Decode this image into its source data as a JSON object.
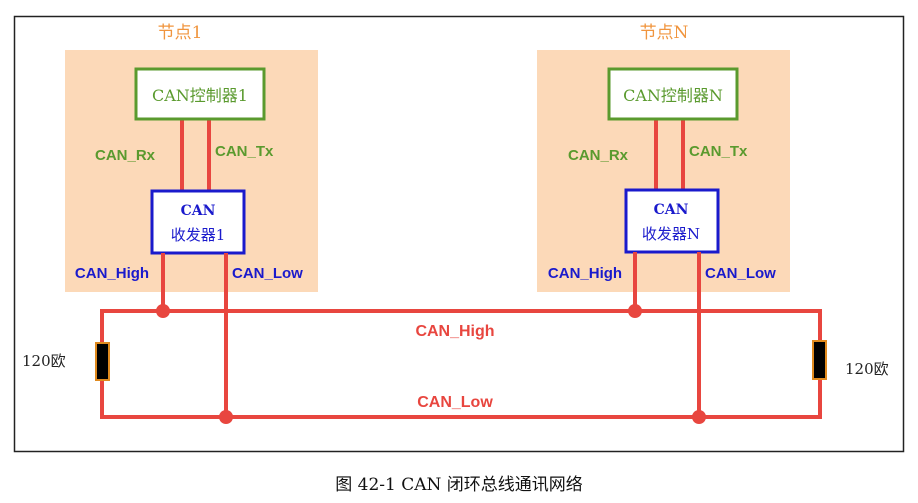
{
  "diagram": {
    "nodes": [
      {
        "title": "节点1",
        "controller": "CAN控制器1",
        "transceiver_line1": "CAN",
        "transceiver_line2": "收发器1",
        "rx_label": "CAN_Rx",
        "tx_label": "CAN_Tx",
        "high_label": "CAN_High",
        "low_label": "CAN_Low"
      },
      {
        "title": "节点N",
        "controller": "CAN控制器N",
        "transceiver_line1": "CAN",
        "transceiver_line2": "收发器N",
        "rx_label": "CAN_Rx",
        "tx_label": "CAN_Tx",
        "high_label": "CAN_High",
        "low_label": "CAN_Low"
      }
    ],
    "bus": {
      "high_label": "CAN_High",
      "low_label": "CAN_Low"
    },
    "resistors": [
      {
        "label": "120欧"
      },
      {
        "label": "120欧"
      }
    ],
    "colors": {
      "wire": "#e8463f",
      "node_bg": "#fcd9b8",
      "controller_border": "#5a9a2e",
      "controller_text": "#5a9a2e",
      "transceiver_border": "#1a1acc",
      "transceiver_text": "#1a1acc",
      "node_title": "#f0953e",
      "resistor_fill": "#000000",
      "resistor_border": "#e08a1e"
    }
  },
  "caption": "图 42-1 CAN 闭环总线通讯网络"
}
